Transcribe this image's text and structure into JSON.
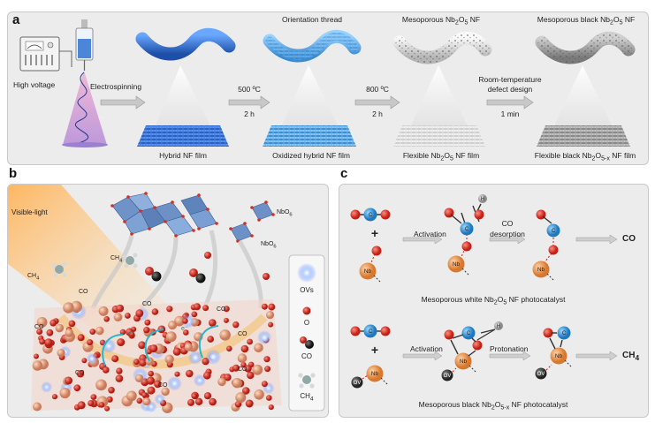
{
  "panel_a": {
    "label": "a",
    "high_voltage": "High voltage",
    "electrospinning": "Electrospinning",
    "step1_temp": "500 ºC",
    "step1_time": "2 h",
    "step2_temp": "800 ºC",
    "step2_time": "2 h",
    "step3_line1": "Room-temperature",
    "step3_line2": "defect design",
    "step3_time": "1 min",
    "top_orientation": "Orientation thread",
    "top_meso_main": "Mesoporous Nb",
    "top_meso_sub1": "2",
    "top_meso_mid": "O",
    "top_meso_sub2": "5",
    "top_meso_tail": " NF",
    "top_black_main": "Mesoporous black Nb",
    "top_black_sub1": "2",
    "top_black_mid": "O",
    "top_black_sub2": "5",
    "top_black_tail": " NF",
    "film1": "Hybrid NF film",
    "film2": "Oxidized hybrid NF film",
    "film3_main": "Flexible Nb",
    "film3_sub1": "2",
    "film3_mid": "O",
    "film3_sub2": "5",
    "film3_tail": " NF film",
    "film4_main": "Flexible black Nb",
    "film4_sub1": "2",
    "film4_mid": "O",
    "film4_sub2": "5-x",
    "film4_tail": " NF film"
  },
  "panel_b": {
    "label": "b",
    "visible_light": "Visible-light",
    "nbo6_a": "NbO",
    "nbo6_a_sub": "6",
    "nbo6_b": "NbO",
    "nbo6_b_sub": "6",
    "ch4_label_1": "CH",
    "ch4_label_1_sub": "4",
    "ch4_label_2": "CH",
    "ch4_label_2_sub": "4",
    "co_labels": [
      "CO",
      "CO",
      "CO",
      "CO",
      "CO",
      "CO",
      "CO",
      "CO"
    ],
    "electron": "e⁻",
    "legend": {
      "ovs": "OVs",
      "o": "O",
      "co": "CO",
      "ch4": "CH",
      "ch4_sub": "4"
    }
  },
  "panel_c": {
    "label": "c",
    "atom_o": "O",
    "atom_c": "C",
    "atom_h": "H",
    "atom_nb": "Nb",
    "atom_ov": "OV",
    "plus": "+",
    "white": {
      "activation": "Activation",
      "co_desorption_1": "CO",
      "co_desorption_2": "desorption",
      "product": "CO",
      "caption_main": "Mesoporous white Nb",
      "caption_sub1": "2",
      "caption_mid": "O",
      "caption_sub2": "5",
      "caption_tail": " NF photocatalyst"
    },
    "black": {
      "activation": "Activation",
      "protonation": "Protonation",
      "product": "CH",
      "product_sub": "4",
      "caption_main": "Mesoporous black Nb",
      "caption_sub1": "2",
      "caption_mid": "O",
      "caption_sub2": "5-x",
      "caption_tail": " NF photocatalyst"
    }
  },
  "colors": {
    "panel_bg": "#ececec",
    "oxygen": "#e23a2c",
    "carbon": "#3fa0d8",
    "niobium": "#e89a5a",
    "hydrogen": "#9a9a9a",
    "vacancy": "#4a4a4a",
    "fiber_blue": "#2f6fc9",
    "arrow_gray": "#b8b8b8"
  }
}
